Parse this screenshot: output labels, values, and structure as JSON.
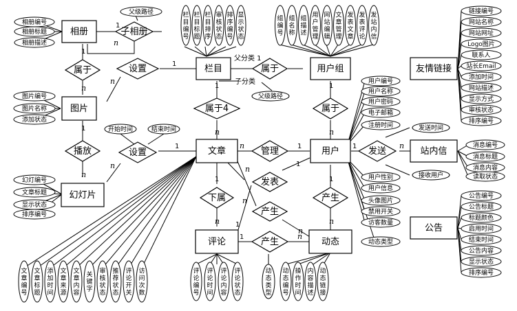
{
  "entities": {
    "album": "相册",
    "column": "栏目",
    "usergroup": "用户组",
    "friendlink": "友情链接",
    "image": "图片",
    "article": "文章",
    "user": "用户",
    "slideshow": "幻灯片",
    "message": "站内信",
    "notice": "公告",
    "comment": "评论",
    "activity": "动态"
  },
  "relationships": {
    "child_album": "子相册",
    "belongs1": "属于",
    "set1": "设置",
    "parent_of": "属于",
    "usergroup_rel": "属于",
    "belongs4": "属于4",
    "play": "播放",
    "set2": "设置",
    "manage": "管理",
    "publish": "发表",
    "send": "发送",
    "subordinate": "下属",
    "produce1": "产生",
    "produce2": "产生",
    "produce3": "产生"
  },
  "attributes": {
    "album": [
      "相册编号",
      "相册标题",
      "相册描述"
    ],
    "album_extra": [
      "父级路径"
    ],
    "column": [
      "栏目编号",
      "栏目标题",
      "栏目排序",
      "审核状态",
      "排序编号",
      "显示状态"
    ],
    "column_extra": [
      "父级路径"
    ],
    "usergroup": [
      "组编号",
      "组名称",
      "组描述",
      "用户管理",
      "网站编辑",
      "文章管理",
      "发表文章",
      "发表评论",
      "发站内信"
    ],
    "friendlink": [
      "链接编号",
      "网站名称",
      "网站网址",
      "Logo图片",
      "联系人",
      "站长Email",
      "添加时间",
      "网站描述",
      "显示方式",
      "审核状态",
      "排序编号"
    ],
    "image": [
      "图片编号",
      "图片名称",
      "添加状态"
    ],
    "slideshow_time": [
      "开始时间",
      "结束时间"
    ],
    "user_top": [
      "用户编号",
      "用户名称",
      "用户密码",
      "电子邮箱",
      "注册时间"
    ],
    "user_bottom": [
      "用户性别",
      "用户信息",
      "头像图片",
      "禁用开关",
      "访客数量"
    ],
    "activity_type_tag": [
      "动态类型"
    ],
    "message_send": [
      "发送时间"
    ],
    "message_recv": [
      "接收用户"
    ],
    "message": [
      "消息编号",
      "消息标题",
      "消息内容",
      "读取状态"
    ],
    "slideshow": [
      "幻灯编号",
      "文章标题",
      "显示状态",
      "排序编号"
    ],
    "article": [
      "文章编号",
      "文章标题",
      "添加时间",
      "文章来源",
      "文章内容",
      "关键字",
      "审核状态",
      "推荐状态",
      "评论开关",
      "访问次数"
    ],
    "comment": [
      "评论编号",
      "评论时间",
      "评论内容",
      "评论状态"
    ],
    "activity_type": [
      "动态类型"
    ],
    "activity": [
      "动态编号",
      "操作时间",
      "内容描述",
      "动态链接"
    ],
    "notice": [
      "公告编号",
      "公告标题",
      "标题颜色",
      "启用时间",
      "结束时间",
      "公告内容",
      "显示状态",
      "排序编号"
    ]
  },
  "cardinalities": {
    "one": "1",
    "n": "n",
    "parent_class": "父分类 1",
    "child_class": "子分类"
  }
}
